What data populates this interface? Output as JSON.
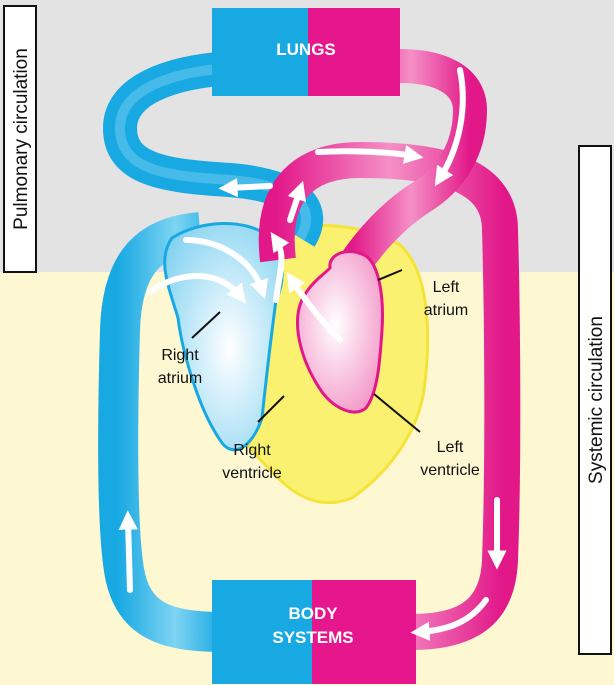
{
  "labels": {
    "lungs": "LUNGS",
    "body_line1": "BODY",
    "body_line2": "SYSTEMS",
    "pulmonary": "Pulmonary circulation",
    "systemic": "Systemic circulation",
    "right_atrium_1": "Right",
    "right_atrium_2": "atrium",
    "right_ventricle_1": "Right",
    "right_ventricle_2": "ventricle",
    "left_atrium_1": "Left",
    "left_atrium_2": "atrium",
    "left_ventricle_1": "Left",
    "left_ventricle_2": "ventricle"
  },
  "colors": {
    "pulmonary_region": "#e3e3e4",
    "systemic_region": "#fdf7d2",
    "deoxygenated_blue": "#18aee5",
    "oxygenated_pink": "#e6168c",
    "heart_yellow": "#fbf170",
    "arrow_white": "#ffffff"
  }
}
